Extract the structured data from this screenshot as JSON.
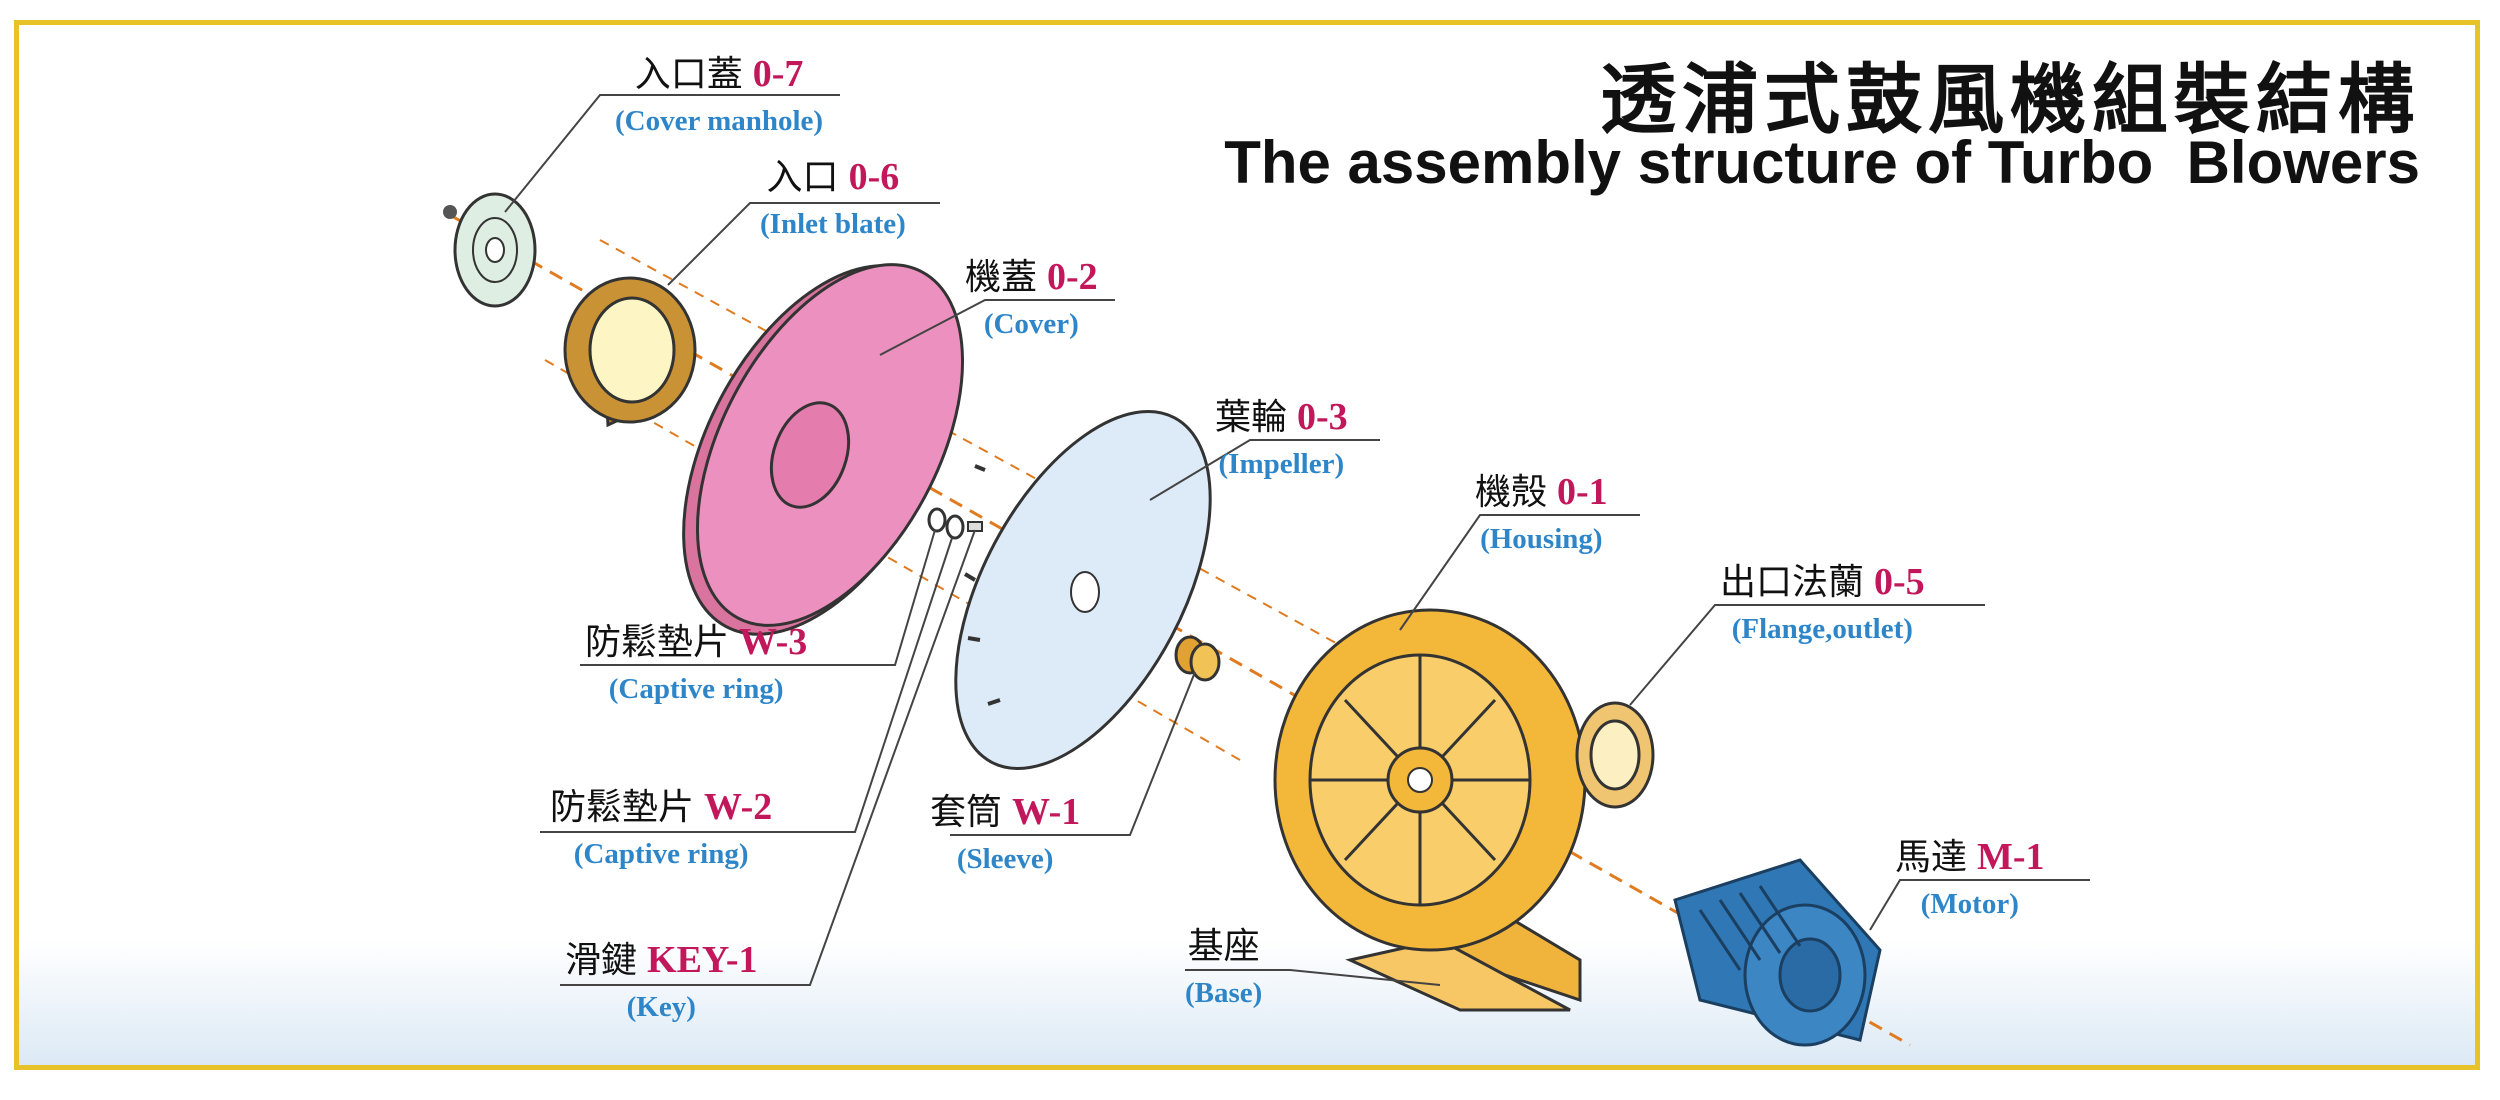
{
  "title": {
    "chinese": "透浦式鼓風機組裝結構",
    "english": "The assembly structure of Turbo  Blowers"
  },
  "colors": {
    "frame": "#e7c229",
    "code": "#c2185b",
    "english_label": "#2e86c9",
    "cover_plate": "#ec91bf",
    "inlet": "#c99235",
    "impeller": "#dcebf7",
    "housing": "#f3b83a",
    "motor": "#3c86c4"
  },
  "parts": {
    "cover_manhole": {
      "cn": "入口蓋",
      "code": "0-7",
      "en": "(Cover manhole)"
    },
    "inlet_plate": {
      "cn": "入口",
      "code": "0-6",
      "en": "(Inlet blate)"
    },
    "cover": {
      "cn": "機蓋",
      "code": "0-2",
      "en": "(Cover)"
    },
    "impeller": {
      "cn": "葉輪",
      "code": "0-3",
      "en": "(Impeller)"
    },
    "housing": {
      "cn": "機殼",
      "code": "0-1",
      "en": "(Housing)"
    },
    "flange_outlet": {
      "cn": "出口法蘭",
      "code": "0-5",
      "en": "(Flange,outlet)"
    },
    "captive_ring_w3": {
      "cn": "防鬆墊片",
      "code": "W-3",
      "en": "(Captive ring)"
    },
    "captive_ring_w2": {
      "cn": "防鬆墊片",
      "code": "W-2",
      "en": "(Captive ring)"
    },
    "sleeve": {
      "cn": "套筒",
      "code": "W-1",
      "en": "(Sleeve)"
    },
    "key": {
      "cn": "滑鍵",
      "code": "KEY-1",
      "en": "(Key)"
    },
    "base": {
      "cn": "基座",
      "code": "",
      "en": "(Base)"
    },
    "motor": {
      "cn": "馬達",
      "code": "M-1",
      "en": "(Motor)"
    }
  }
}
